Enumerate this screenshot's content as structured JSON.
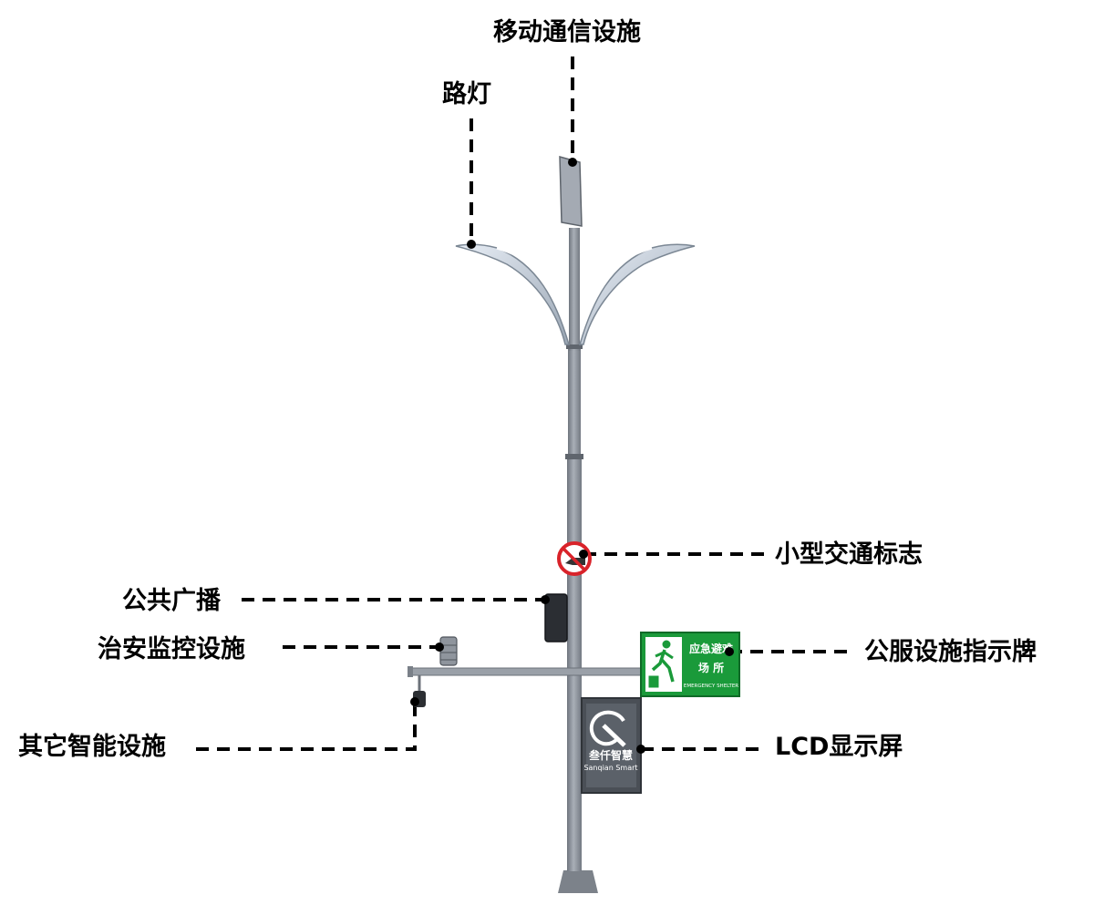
{
  "labels": {
    "mobile": "移动通信设施",
    "street_light": "路灯",
    "traffic_sign": "小型交通标志",
    "broadcast": "公共广播",
    "cctv": "治安监控设施",
    "public_sign": "公服设施指示牌",
    "other": "其它智能设施",
    "lcd": "LCD显示屏"
  },
  "shelter_sign": {
    "line1": "应急避难",
    "line2": "场 所",
    "english": "EMERGENCY SHELTER"
  },
  "lcd_screen": {
    "brand_cn": "叁仟智慧",
    "brand_en": "Sanqian Smart"
  },
  "colors": {
    "pole": "#8e949d",
    "pole_dark": "#6b717a",
    "sign_green": "#1a9a3a",
    "prohibit_red": "#d9232a",
    "leader_line": "#000000",
    "lcd_frame": "#4a4f56"
  }
}
